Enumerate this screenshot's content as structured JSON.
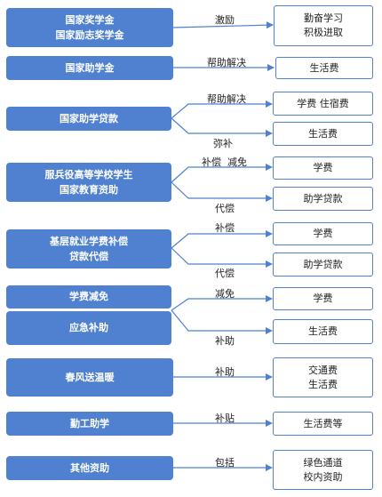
{
  "sources": {
    "s1": "国家奖学金\n国家励志奖学金",
    "s2": "国家助学金",
    "s3": "国家助学贷款",
    "s4": "服兵役高等学校学生\n国家教育资助",
    "s5": "基层就业学费补偿\n贷款代偿",
    "s6": "学费减免",
    "s7": "应急补助",
    "s8": "春风送温暖",
    "s9": "勤工助学",
    "s10": "其他资助"
  },
  "targets": {
    "t1": "勤奋学习\n积极进取",
    "t2": "生活费",
    "t3a": "学费  住宿费",
    "t3b": "生活费",
    "t4a": "学费",
    "t4b": "助学贷款",
    "t5a": "学费",
    "t5b": "助学贷款",
    "t6a": "学费",
    "t6b": "生活费",
    "t8": "交通费\n生活费",
    "t9": "生活费等",
    "t10": "绿色通道\n校内资助"
  },
  "edges": {
    "e1": "激励",
    "e2": "帮助解决",
    "e3a": "帮助解决",
    "e3b": "弥补",
    "e4a": "补偿  减免",
    "e4b": "代偿",
    "e5a": "补偿",
    "e5b": "代偿",
    "e6a": "减免",
    "e6b": "补助",
    "e8": "补助",
    "e9": "补贴",
    "e10": "包括"
  },
  "colors": {
    "box_fill": "#4f81d0",
    "line": "#4f81d0"
  }
}
